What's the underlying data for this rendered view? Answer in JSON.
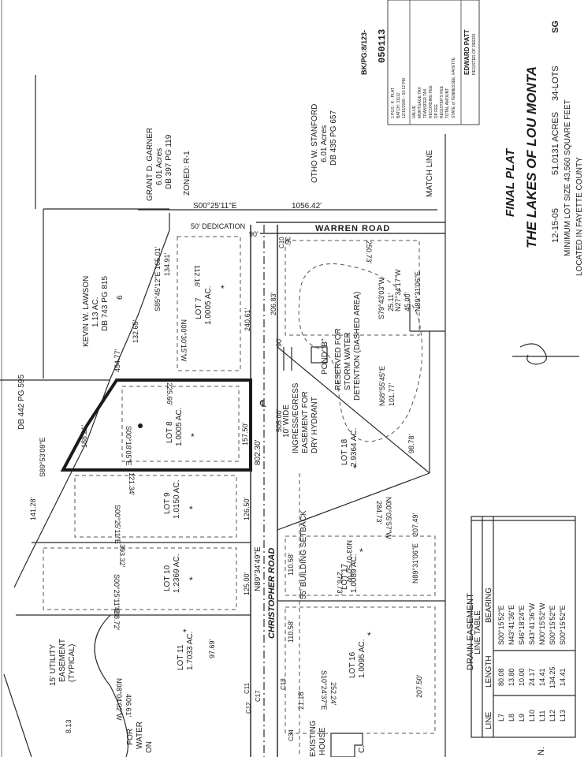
{
  "header": {
    "title_final": "FINAL PLAT",
    "title_name": "THE LAKES OF LOU MONTA",
    "line_info_date": "12-15-05",
    "line_info_acres": "51.0131 ACRES",
    "line_info_lots": "34-LOTS",
    "line_info_sg": "SG",
    "min_lot": "MINIMUM LOT SIZE 43,560 SQUARE FEET",
    "located": "LOCATED IN FAYETTE COUNTY"
  },
  "stamp": {
    "bk": "BK/PG:8/123-",
    "number": "050113",
    "lines": [
      "1 PGS : K - PLAT",
      "BATCH: 31112",
      "12/16/2005 - 03:12 PM",
      "VALUE",
      "MORTGAGE TAX",
      "TRANSFER TAX",
      "RECORDING FEE",
      "DP FEE",
      "REGISTER'S FEE",
      "TOTAL AMOUNT",
      "STATE of TENNESSEE, FAYETTE"
    ],
    "register": "EDWARD PATT",
    "register_title": "REGISTER OF DEEDS"
  },
  "owners": {
    "garner": [
      "GRANT D. GARNER",
      "6.01 Acres",
      "DB 397 PG 119"
    ],
    "zoned": "ZONED: R-1",
    "stanford": [
      "OTHO W. STANFORD",
      "6.01 Acres",
      "DB 435 PG 657"
    ],
    "lawson": [
      "KEVIN W. LAWSON",
      "1.13 AC.",
      "DB 743 PG 815"
    ],
    "lawson_num": "6",
    "db442": "DB 442 PG 595"
  },
  "roads": {
    "warren": "WARREN ROAD",
    "christopher": "CHRISTOPHER ROAD",
    "match": "MATCH LINE",
    "dedication": "50' DEDICATION",
    "warren_bearing": "S00°25'11\"E",
    "warren_dist": "1056.42'",
    "christopher_bearing": "N89°34'49\"E",
    "christopher_dist": "802.30'",
    "centerline": "℄"
  },
  "lots": {
    "lot7": [
      "LOT 7",
      "1.0005 AC."
    ],
    "lot8": [
      "LOT 8",
      "1.0005 AC."
    ],
    "lot9": [
      "LOT 9",
      "1.0150 AC."
    ],
    "lot10": [
      "LOT 10",
      "1.2369 AC."
    ],
    "lot11": [
      "LOT 11",
      "1.7033 AC."
    ],
    "lot16": [
      "LOT 16",
      "1.0095 AC."
    ],
    "lot17": [
      "LOT 17",
      "1.0089 AC."
    ],
    "lot18": [
      "LOT 18",
      "2.9364 AC."
    ],
    "asterisk": "*"
  },
  "dims": {
    "d_112": "112.16'",
    "d_s85": "S85°45'12\"E 165.01'",
    "d_134": "134.91'",
    "d_90a": "90'",
    "d_35": "35'",
    "d_250": "250.73'",
    "d_206": "206.83'",
    "d_240": "240.61'",
    "d_132": "132.65'",
    "d_454": "454.77'",
    "d_n00": "N00°30'15\"W",
    "d_225": "225.66'",
    "d_505": "505.00'",
    "d_90b": "90'",
    "d_157": "157.50'",
    "d_188": "188.21'",
    "d_s00a": "S00°18'05\"E",
    "d_s89": "S89°53'09\"E",
    "d_121": "121.34'",
    "d_141": "141.28'",
    "d_126": "126.50'",
    "d_s00b": "S00°25'11\"E",
    "d_393": "393.32'",
    "d_125": "125.00'",
    "d_s00c": "S00°25'11\"E",
    "d_488": "488.72'",
    "d_97": "97.69'",
    "d_110a": "110.58'",
    "d_110b": "110.58'",
    "d_n00b": "N00°05'57\"W",
    "d_284": "284.73'",
    "d_n03": "N03°07'50\"W",
    "d_276": "276.73'",
    "d_n89": "N89°31'06\"E",
    "d_207a": "207.49'",
    "d_207b": "207.50'",
    "d_98": "98.78'",
    "d_101": "101.77'",
    "d_n68": "N68°55'45\"E",
    "d_s79": "S79°43'03\"W",
    "d_25": "25.11'",
    "d_n27": "N27°34'17\"W",
    "d_45": "45.00'",
    "d_n89b": "N89°31'06\"E",
    "d_21": "21.18'",
    "d_406": "406.61'",
    "d_n08": "N08°04'02\"W",
    "d_8": "8.13",
    "d_252": "252.24'",
    "d_s10": "S10°24'37\"E",
    "c10": "C10",
    "c11": "C11",
    "c12": "C12",
    "c17": "C17",
    "c18": "C18",
    "c34": "C34"
  },
  "notes": {
    "pond": "POND \"B\"",
    "storm": [
      "RESERVED FOR",
      "STORM WATER",
      "DETENTION (DASHED AREA)"
    ],
    "ingress": [
      "10' WIDE",
      "INGRESS/EGRESS",
      "EASEMENT FOR",
      "DRY HYDRANT"
    ],
    "setback": "55' BUILDING SETBACK",
    "utility": [
      "15' UTILITY",
      "EASEMENT",
      "(TYPICAL)"
    ],
    "house": [
      "EXISTING",
      "HOUSE"
    ],
    "for_water": [
      "FOR",
      "WATER"
    ],
    "on": "ON",
    "n_mark": "N.",
    "c_mark": "C."
  },
  "table": {
    "title1": "DRAIN EASEMENT",
    "title2": "LINE TABLE",
    "headers": [
      "LINE",
      "LENGTH",
      "BEARING"
    ],
    "rows": [
      [
        "L7",
        "80.08",
        "S00°15'52\"E"
      ],
      [
        "L8",
        "13.80",
        "N43°41'36\"E"
      ],
      [
        "L9",
        "10.00",
        "S46°18'24\"E"
      ],
      [
        "L10",
        "24.17",
        "S43°41'36\"W"
      ],
      [
        "L11",
        "14.41",
        "N00°15'52\"W"
      ],
      [
        "L12",
        "134.25",
        "S00°15'52\"E"
      ],
      [
        "L13",
        "14.41",
        "S00°15'52\"E"
      ]
    ]
  }
}
